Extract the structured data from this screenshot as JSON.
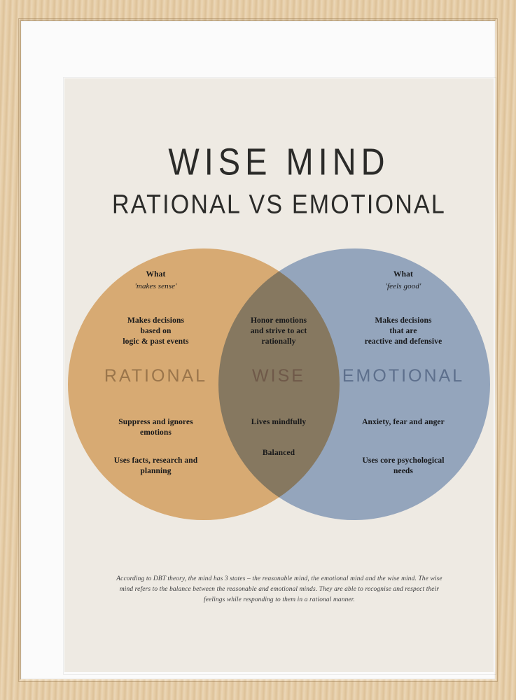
{
  "poster": {
    "title": "WISE MIND",
    "subtitle": "RATIONAL VS EMOTIONAL",
    "background_color": "#eeeae3",
    "footnote": "According to DBT theory, the mind has 3 states – the reasonable mind, the emotional mind and the wise mind. The wise mind refers to the balance between the reasonable and emotional minds. They are able to recognise and respect their feelings while responding to them in a rational manner."
  },
  "frame": {
    "wood_color": "#e5cba3",
    "mat_color": "#fbfbfb"
  },
  "venn": {
    "left": {
      "label": "RATIONAL",
      "color": "#e7b981",
      "label_color": "#9a754b",
      "lines": [
        "What",
        "'makes sense'",
        "Makes decisions\nbased on\nlogic & past events",
        "Suppress and ignores\nemotions",
        "Uses facts, research and\nplanning"
      ],
      "what_heading": "What",
      "what_quote": "'makes sense'",
      "item_1": "Makes decisions",
      "item_1b": "based on",
      "item_1c": "logic & past events",
      "item_2": "Suppress and ignores",
      "item_2b": "emotions",
      "item_3": "Uses facts, research and",
      "item_3b": "planning"
    },
    "center": {
      "label": "WISE",
      "color": "#a98671",
      "label_color": "#6f5949",
      "item_1": "Honor emotions",
      "item_1b": "and strive to act",
      "item_1c": "rationally",
      "item_2": "Lives mindfully",
      "item_3": "Balanced"
    },
    "right": {
      "label": "EMOTIONAL",
      "color": "#9fb4d4",
      "label_color": "#5d6f8c",
      "what_heading": "What",
      "what_quote": "'feels good'",
      "item_1": "Makes decisions",
      "item_1b": "that are",
      "item_1c": "reactive and defensive",
      "item_2": "Anxiety, fear and anger",
      "item_3": "Uses core psychological",
      "item_3b": "needs"
    }
  }
}
